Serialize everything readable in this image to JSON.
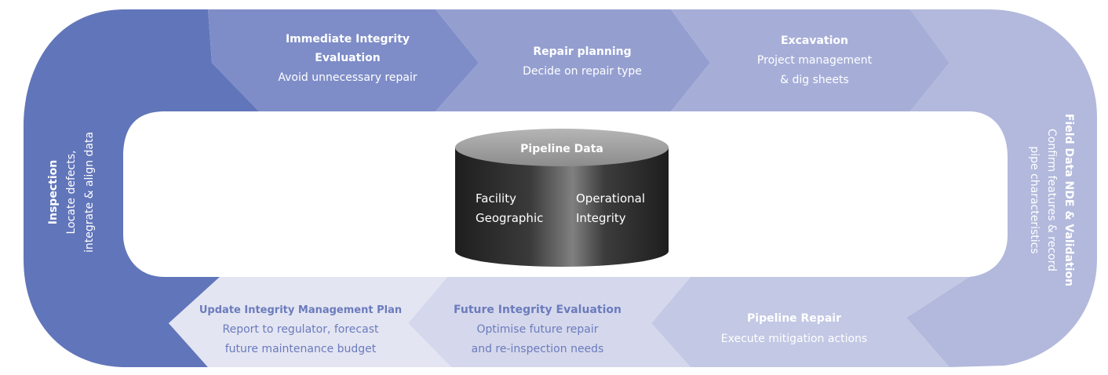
{
  "center": {
    "title": "Pipeline Data",
    "left_line1": "Facility",
    "left_line2": "Geographic",
    "right_line1": "Operational",
    "right_line2": "Integrity"
  },
  "stages": {
    "immediate": {
      "title_line1": "Immediate Integrity",
      "title_line2": "Evaluation",
      "desc_line1": "Avoid unnecessary repair"
    },
    "repair_planning": {
      "title": "Repair planning",
      "desc_line1": "Decide on repair type"
    },
    "excavation": {
      "title": "Excavation",
      "desc_line1": "Project management",
      "desc_line2": "& dig sheets"
    },
    "field_data": {
      "title": "Field Data NDE & Validation",
      "desc_line1": "Confirm features & record",
      "desc_line2": "pipe characteristics"
    },
    "pipeline_repair": {
      "title": "Pipeline Repair",
      "desc_line1": "Execute mitigation actions"
    },
    "future_integrity": {
      "title": "Future Integrity Evaluation",
      "desc_line1": "Optimise future repair",
      "desc_line2": "and re-inspection needs"
    },
    "update_plan": {
      "title": "Update Integrity Management Plan",
      "desc_line1": "Report to regulator, forecast",
      "desc_line2": "future maintenance budget"
    },
    "inspection": {
      "title": "Inspection",
      "desc_line1": "Locate defects,",
      "desc_line2": "integrate & align data"
    }
  },
  "colors": {
    "inspection": "#6175ba",
    "immediate": "#7e8dc8",
    "repair_planning": "#949fd0",
    "excavation": "#a6aed8",
    "field_data": "#b2b9dc",
    "pipeline_repair": "#c3c8e4",
    "future_integrity": "#d5d8ec",
    "update_plan": "#e3e5f2",
    "dark_text": "#6b7bbd",
    "light_text": "#ffffff",
    "cylinder_top": "#9a9a9a",
    "cylinder_body": "#2b2b2b"
  }
}
